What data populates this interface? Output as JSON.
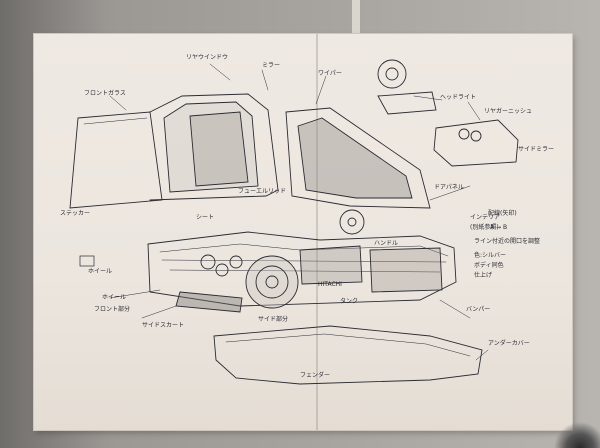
{
  "labels": {
    "front_glass": "フロントガラス",
    "sticker_left": "ステッカー",
    "rear_window_note": "リヤウインドウ",
    "mirror_note": "ミラー",
    "wiper_note": "ワイパー",
    "headlight": "ヘッドライト",
    "rear_garnish": "リヤガーニッシュ",
    "fuel_lid": "フューエルリッド",
    "door_panel": "ドアパネル",
    "side_mirror": "サイドミラー",
    "seat_note": "シート",
    "handle_note": "ハンドル",
    "interior_1": "インテリア",
    "interior_2": "(別紙参照)",
    "sub_note_1": "ホイール",
    "wheel_note": "ホイール",
    "front_note": "フロント部分",
    "side_skirt": "サイドスカート",
    "side_note": "サイド部分",
    "engine_label": "HITACHI",
    "right_note_1": "配線(矢印)",
    "right_note_2": "A → B",
    "right_note_3": "ライン付近の開口を調整",
    "right_note_4": "色:シルバー",
    "right_note_5": "ボディ同色",
    "right_note_6": "仕上げ",
    "bumper_note": "バンパー",
    "bottom_note": "アンダーカバー",
    "sub_2": "フェンダー",
    "tank_label": "タンク"
  },
  "colors": {
    "ink": "#2b2b33",
    "paper": "#ece6df"
  }
}
